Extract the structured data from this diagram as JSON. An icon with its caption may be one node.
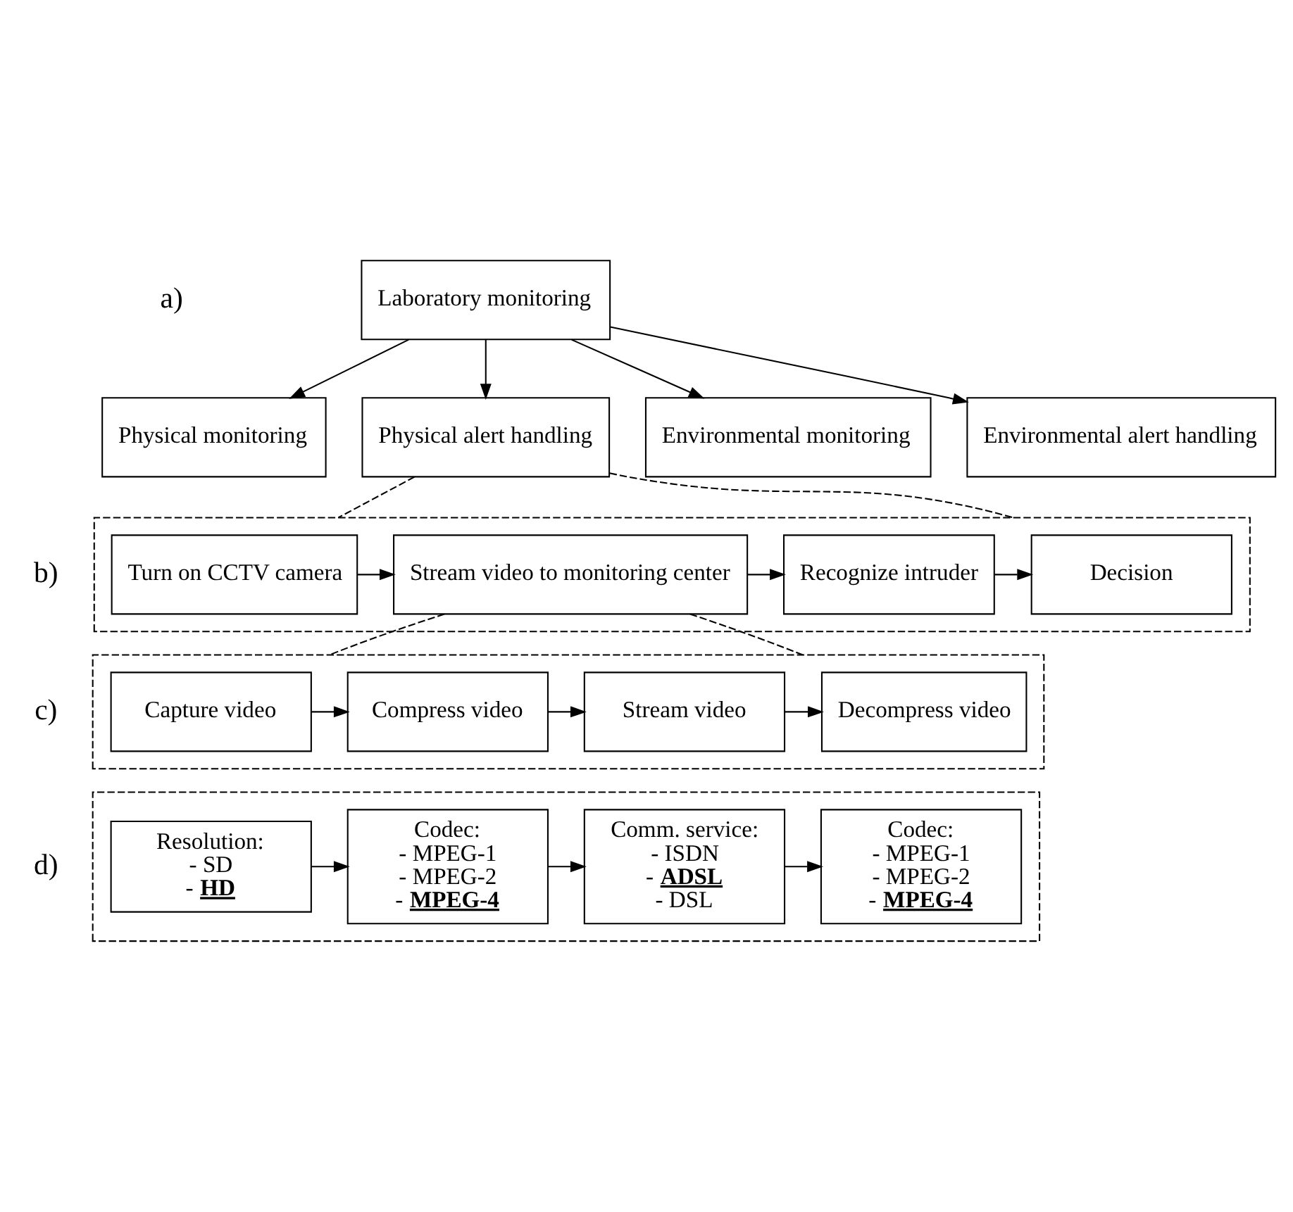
{
  "diagram": {
    "nodes": [
      {
        "text": [
          "Laboratory monitoring"
        ]
      },
      {
        "text": [
          "Physical monitoring"
        ]
      },
      {
        "text": [
          "Physical alert handling"
        ]
      },
      {
        "text": [
          "Environmental monitoring"
        ]
      },
      {
        "text": [
          "Environmental alert handling"
        ]
      },
      {
        "text": [],
        "shape": "box"
      },
      {
        "text": [
          "Turn on CCTV camera"
        ],
        "in": 5
      },
      {
        "text": [
          "Stream video to monitoring center"
        ],
        "in": 5
      },
      {
        "text": [
          "Recognize intruder"
        ],
        "in": 5
      },
      {
        "text": [
          "Decision"
        ],
        "in": 5
      },
      {
        "text": [],
        "shape": "box"
      },
      {
        "text": [
          "Capture video"
        ],
        "in": 10
      },
      {
        "text": [
          "Compress video"
        ],
        "in": 10
      },
      {
        "text": [
          "Stream video"
        ],
        "in": 10
      },
      {
        "text": [
          "Decompress video"
        ],
        "in": 10
      },
      {
        "text": [],
        "shape": "box"
      },
      {
        "text": [
          "Resolution:",
          "- SD",
          "- **HD**"
        ],
        "in": 15
      },
      {
        "text": [
          "Codec:",
          "- MPEG-1",
          "- MPEG-2",
          "- **MPEG-4**"
        ],
        "in": 15
      },
      {
        "text": [
          "Comm. service:",
          "- ISDN",
          "- **ADSL**",
          "- DSL"
        ],
        "in": 15
      },
      {
        "text": [
          "Codec:",
          "- MPEG-1",
          "- MPEG-2",
          "- **MPEG-4**"
        ],
        "in": 15
      }
    ],
    "edges": [
      {
        "from": 0,
        "to": 1,
        "arrow": "to"
      },
      {
        "from": 0,
        "to": 2,
        "arrow": "to"
      },
      {
        "from": 0,
        "to": 3,
        "arrow": "to"
      },
      {
        "from": 0,
        "to": 4,
        "arrow": "to"
      },
      {
        "from": 2,
        "to": 5,
        "arrow": "none",
        "style": "dashed"
      },
      {
        "from": 2,
        "to": 5,
        "arrow": "none",
        "style": "dashed"
      },
      {
        "from": 6,
        "to": 7,
        "arrow": "to"
      },
      {
        "from": 7,
        "to": 8,
        "arrow": "to"
      },
      {
        "from": 8,
        "to": 9,
        "arrow": "to"
      },
      {
        "from": 7,
        "to": 10,
        "arrow": "none",
        "style": "dashed"
      },
      {
        "from": 7,
        "to": 10,
        "arrow": "none",
        "style": "dashed"
      },
      {
        "from": 11,
        "to": 12,
        "arrow": "to"
      },
      {
        "from": 12,
        "to": 13,
        "arrow": "to"
      },
      {
        "from": 13,
        "to": 14,
        "arrow": "to"
      },
      {
        "from": 16,
        "to": 17,
        "arrow": "to"
      },
      {
        "from": 17,
        "to": 18,
        "arrow": "to"
      },
      {
        "from": 18,
        "to": 19,
        "arrow": "to"
      }
    ],
    "labels": [
      "a)",
      "b)",
      "c)",
      "d)"
    ]
  }
}
